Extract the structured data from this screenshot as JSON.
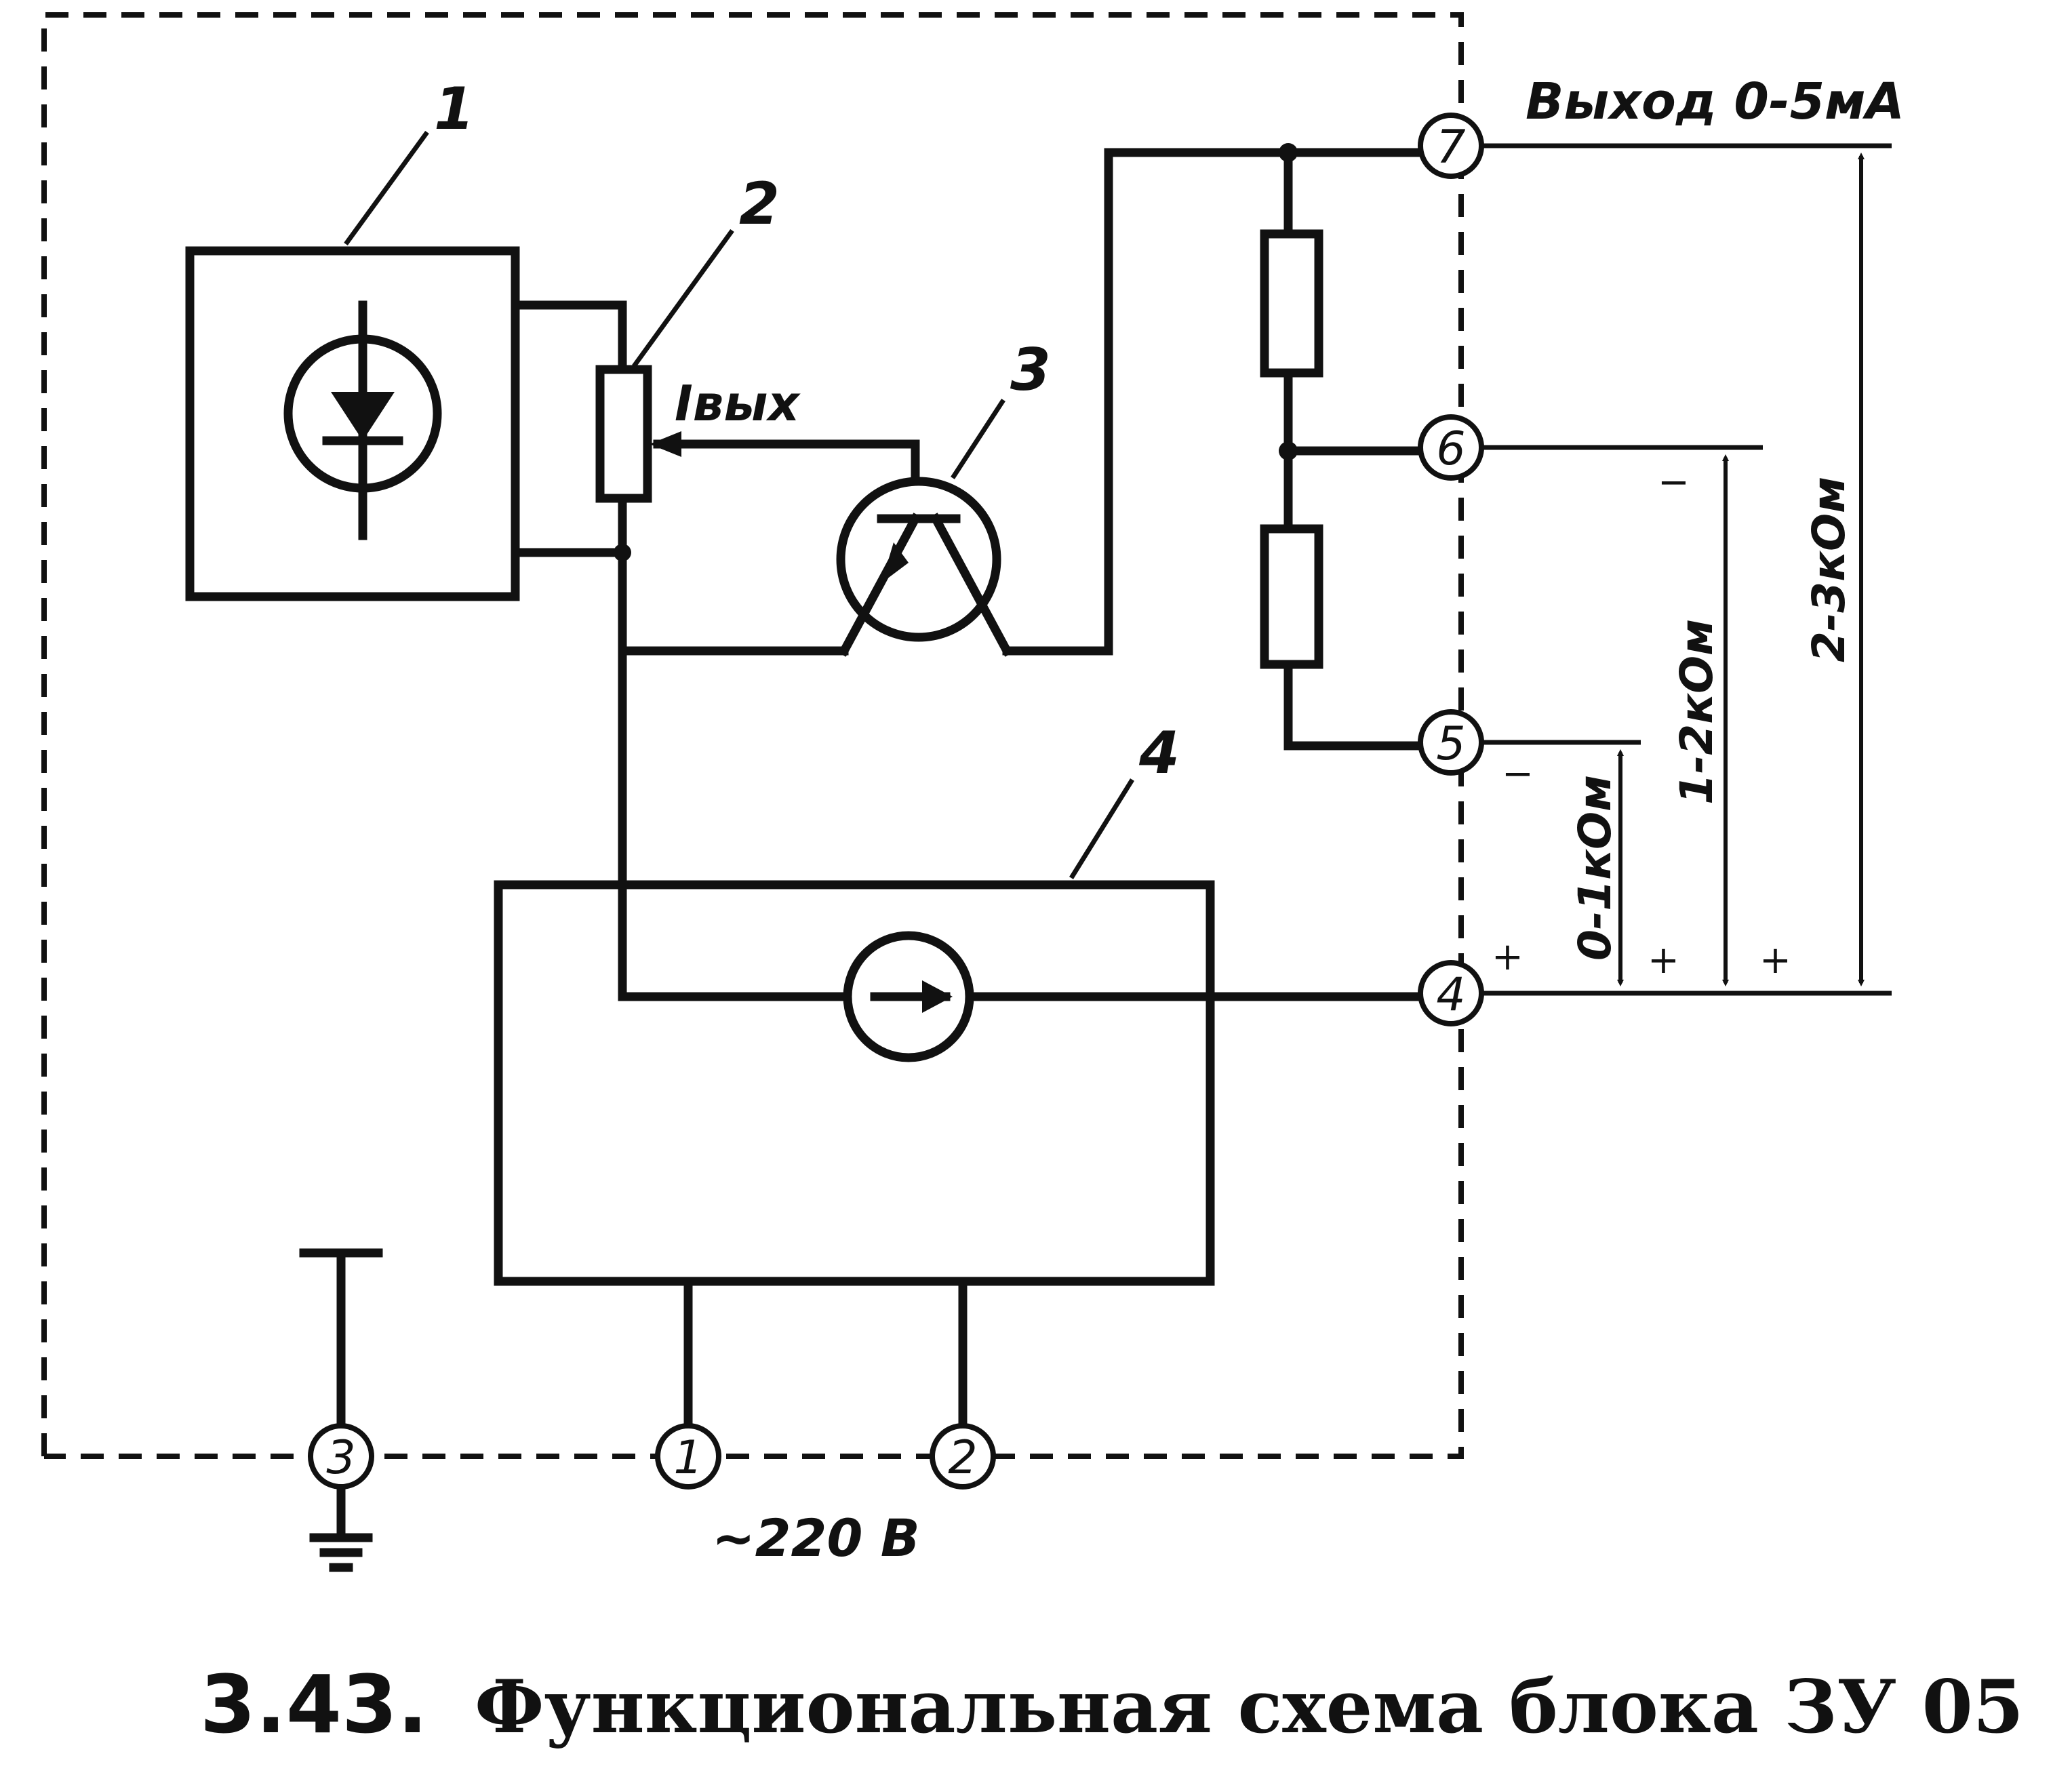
{
  "labels": {
    "block_1": "1",
    "block_2": "2",
    "block_3": "3",
    "block_4": "4",
    "i_out": "Iвых",
    "output": "Выход 0-5мА",
    "voltage": "~220 В",
    "range_a": "0-1кОм",
    "range_b": "1-2кОм",
    "range_c": "2-3кОм",
    "plus": "+",
    "minus": "−"
  },
  "terminals": [
    "1",
    "2",
    "3",
    "4",
    "5",
    "6",
    "7"
  ],
  "caption": {
    "number": "3.43.",
    "text": "Функциональная схема блока ЗУ 05"
  }
}
